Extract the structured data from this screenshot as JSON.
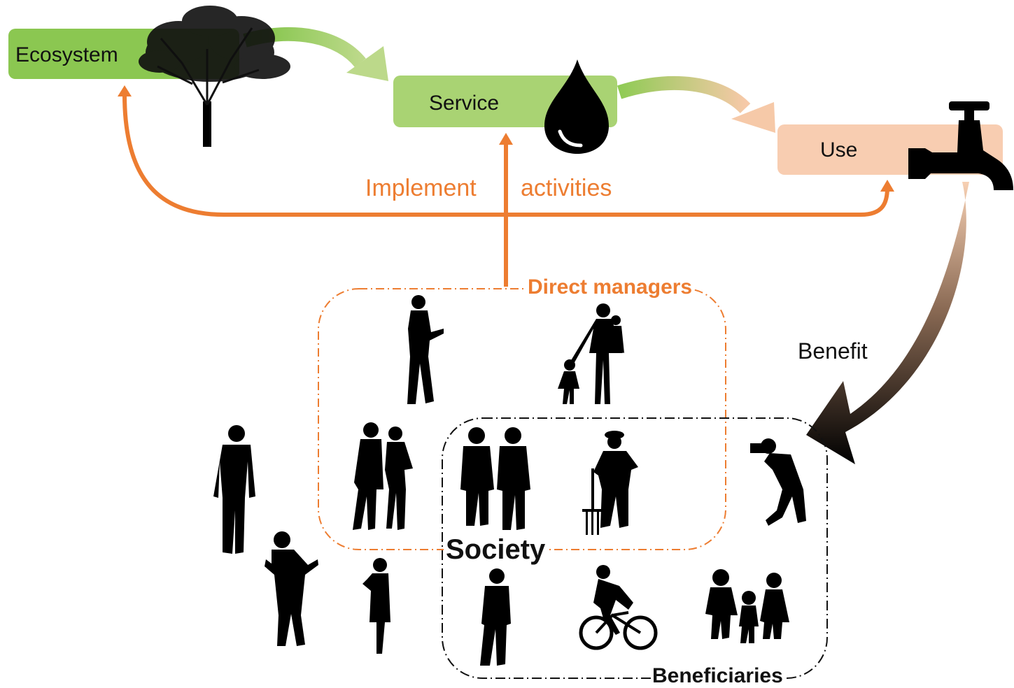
{
  "nodes": {
    "ecosystem": "Ecosystem",
    "service": "Service",
    "use": "Use"
  },
  "arrow_labels": {
    "implement": "Implement",
    "activities": "activities",
    "benefit": "Benefit"
  },
  "groups": {
    "direct_managers": "Direct managers",
    "society": "Society",
    "beneficiaries": "Beneficiaries"
  },
  "colors": {
    "ecosystem_box": "#8bc751",
    "service_box": "#a9d373",
    "use_box": "#f8cdb1",
    "management_arrow": "#ed7d31",
    "benefit_arrow": "#000000",
    "silhouette": "#000000"
  },
  "icons": [
    "tree-icon",
    "water-drop-icon",
    "water-tap-icon",
    "person-silhouette-icon",
    "bicycle-icon",
    "camera-icon"
  ]
}
